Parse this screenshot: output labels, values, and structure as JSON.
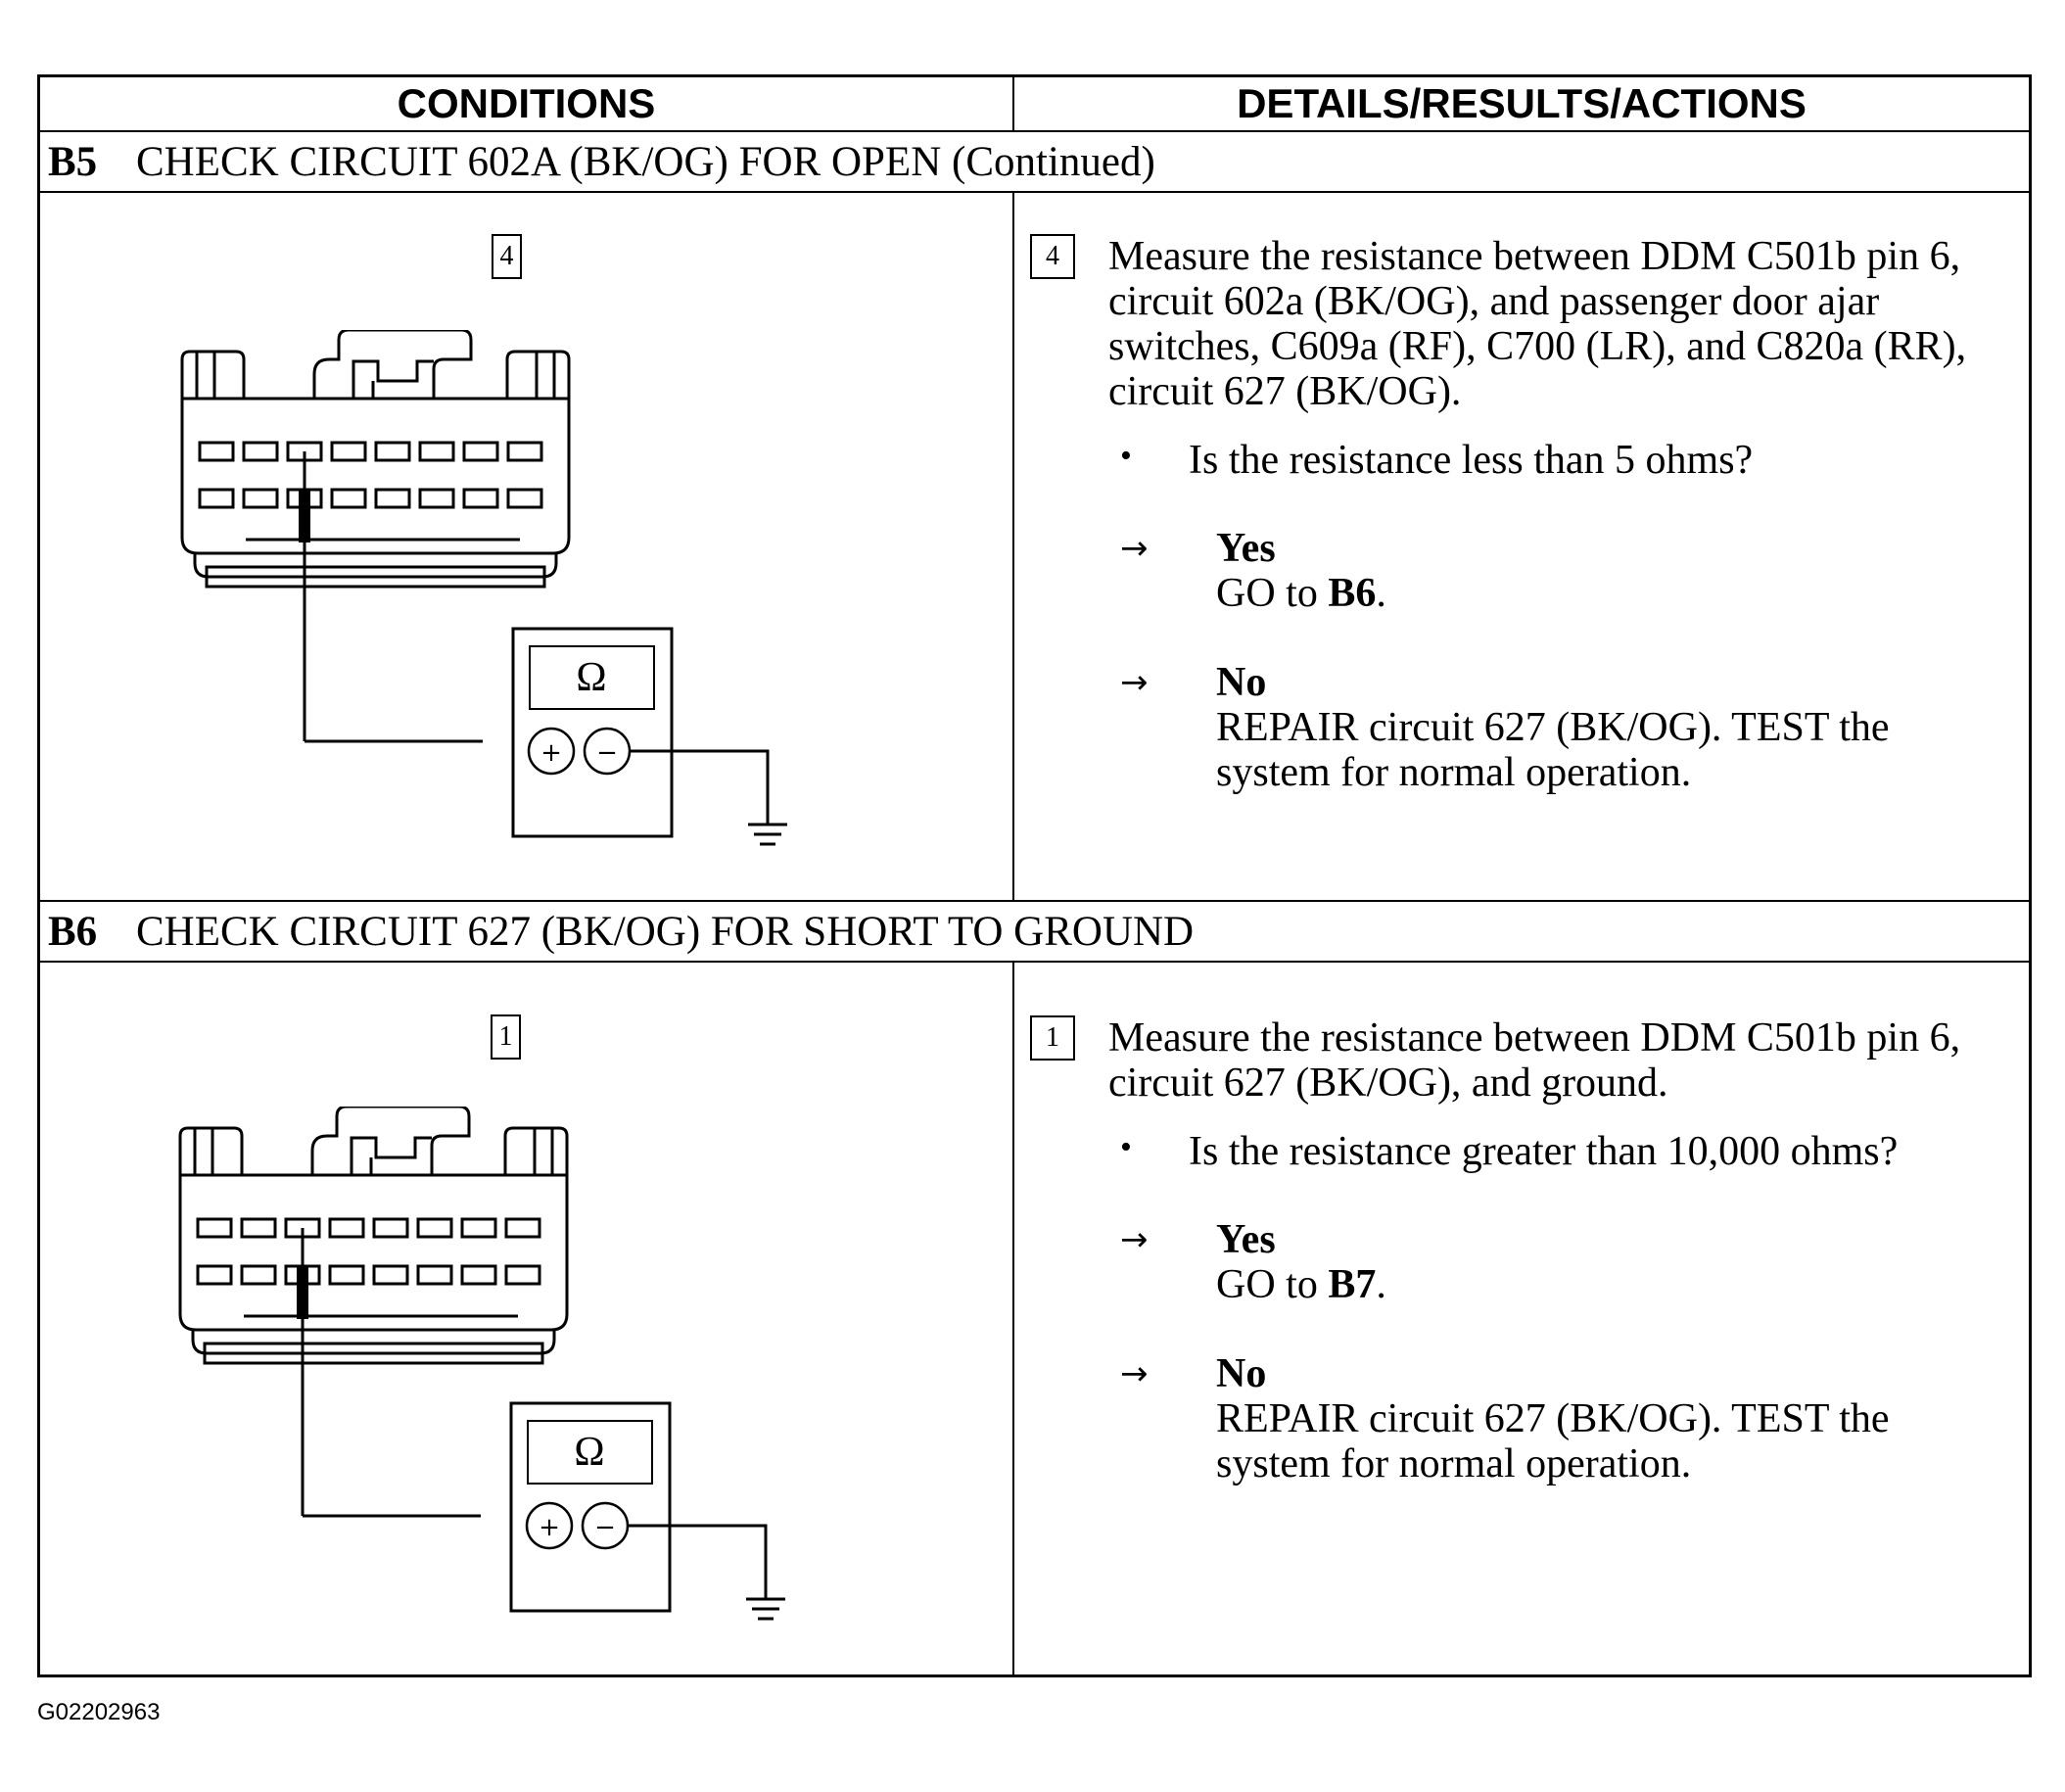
{
  "header": {
    "conditions": "CONDITIONS",
    "details": "DETAILS/RESULTS/ACTIONS"
  },
  "steps": [
    {
      "id": "B5",
      "title": "CHECK CIRCUIT 602A (BK/OG) FOR OPEN (Continued)",
      "condition_number": "4",
      "meter_symbol": "Ω",
      "plus_symbol": "+",
      "minus_symbol": "−",
      "detail_number": "4",
      "instruction": "Measure the resistance between DDM C501b pin 6, circuit 602a (BK/OG), and passenger door ajar switches, C609a (RF), C700 (LR), and C820a (RR), circuit 627 (BK/OG).",
      "bullet": "•",
      "question": "Is the resistance less than 5 ohms?",
      "arrow": "→",
      "yes_label": "Yes",
      "yes_action_prefix": "GO to ",
      "yes_action_target": "B6",
      "yes_action_suffix": ".",
      "no_label": "No",
      "no_action": "REPAIR circuit 627 (BK/OG). TEST the system for normal operation."
    },
    {
      "id": "B6",
      "title": "CHECK CIRCUIT 627 (BK/OG) FOR SHORT TO GROUND",
      "condition_number": "1",
      "meter_symbol": "Ω",
      "plus_symbol": "+",
      "minus_symbol": "−",
      "detail_number": "1",
      "instruction": "Measure the resistance between DDM C501b pin 6, circuit 627 (BK/OG), and ground.",
      "bullet": "•",
      "question": "Is the resistance greater than 10,000 ohms?",
      "arrow": "→",
      "yes_label": "Yes",
      "yes_action_prefix": "GO to ",
      "yes_action_target": "B7",
      "yes_action_suffix": ".",
      "no_label": "No",
      "no_action": "REPAIR circuit 627 (BK/OG). TEST the system for normal operation."
    }
  ],
  "figure_id": "G02202963"
}
